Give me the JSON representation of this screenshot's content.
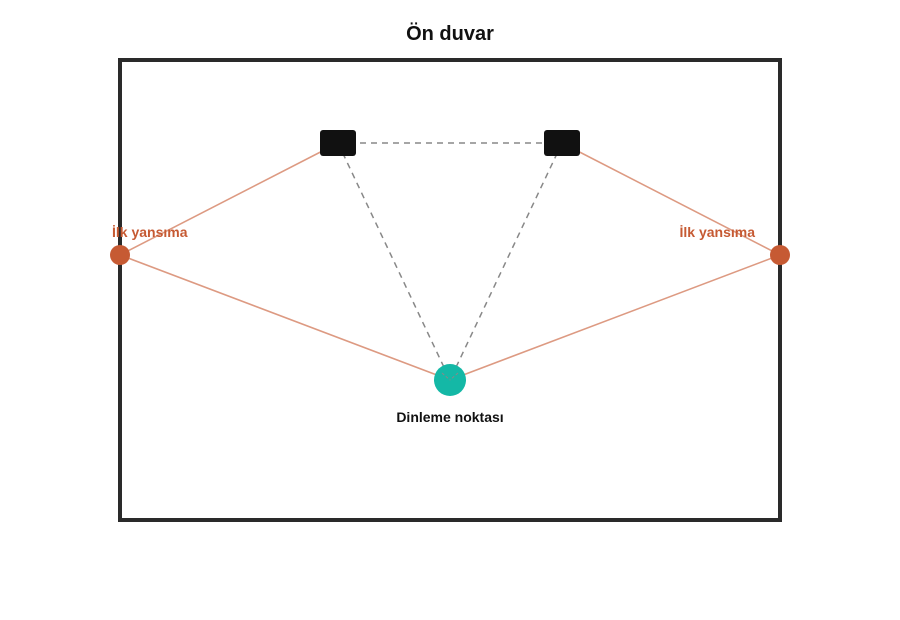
{
  "title": "Ön duvar",
  "listening_point": {
    "label": "Dinleme noktası",
    "color": "#14b8a6"
  },
  "reflections": {
    "left": {
      "label": "İlk yansıma"
    },
    "right": {
      "label": "İlk yansıma"
    },
    "color": "#c65a33",
    "ray_color": "#dd9a82"
  },
  "speakers": {
    "color": "#111111"
  },
  "guide_line_color": "#888888",
  "room_border_color": "#2a2a2a"
}
